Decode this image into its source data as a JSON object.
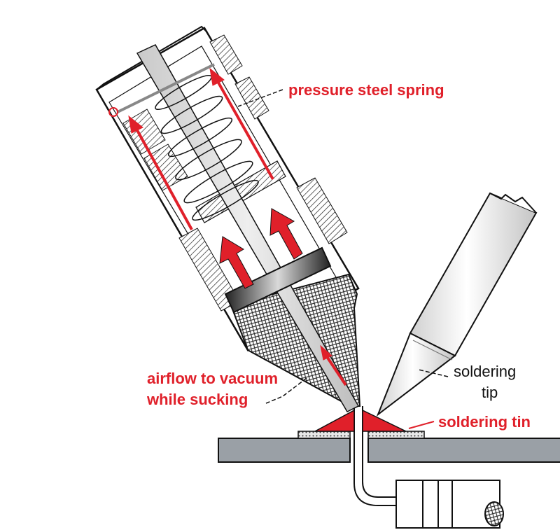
{
  "labels": {
    "spring": "pressure steel spring",
    "airflow_line1": "airflow to vacuum",
    "airflow_line2": "while sucking",
    "tip_line1": "soldering",
    "tip_line2": "tip",
    "tin": "soldering tin"
  },
  "colors": {
    "accent_red": "#e0202a",
    "outline": "#111111",
    "board": "#9aa0a6",
    "tube_fill": "#ffffff"
  }
}
